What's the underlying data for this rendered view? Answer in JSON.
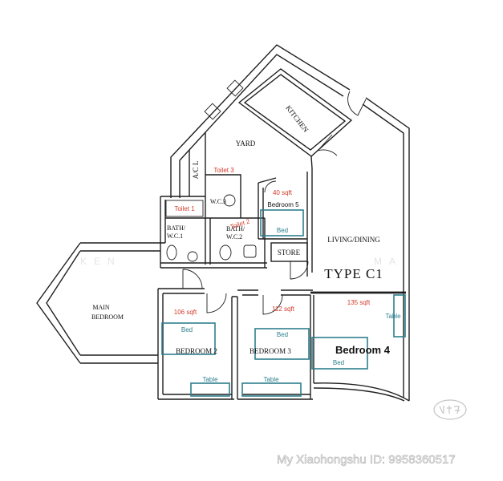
{
  "plan_type": "TYPE C1",
  "rooms": {
    "kitchen": "KITCHEN",
    "yard": "YARD",
    "ac_ledge": "A/C L",
    "wc3": "W.C.3",
    "bath_wc1": [
      "BATH/",
      "W.C.1"
    ],
    "bath_wc2": [
      "BATH/",
      "W.C.2"
    ],
    "store": "STORE",
    "living_dining": "LIVING/DINING",
    "main_bedroom": [
      "MAIN",
      "BEDROOM"
    ],
    "bedroom_2": "BEDROOM 2",
    "bedroom_3": "BEDROOM 3"
  },
  "annotations": {
    "toilet_1": "Toilet 1",
    "toilet_2": "Toilet 2",
    "toilet_3": "Toilet 3",
    "bedroom_5": {
      "area": "40 sqft",
      "label": "Bedroom 5",
      "bed": "Bed"
    },
    "bedroom_2": {
      "area": "106 sqft",
      "bed": "Bed",
      "table": "Table"
    },
    "bedroom_3": {
      "area": "112 sqft",
      "bed": "Bed",
      "table": "Table"
    },
    "bedroom_4": {
      "area": "135 sqft",
      "label": "Bedroom 4",
      "bed": "Bed",
      "table": "Table"
    }
  },
  "watermark": {
    "faint_left": "KEN",
    "faint_right": "MA",
    "id_text": "My Xiaohongshu ID: 9958360517",
    "logo_text": "小红书"
  },
  "colors": {
    "wall": "#1f1f1f",
    "annotation_red": "#d33b2c",
    "furniture_teal": "#2e7f8e",
    "background": "#ffffff"
  }
}
